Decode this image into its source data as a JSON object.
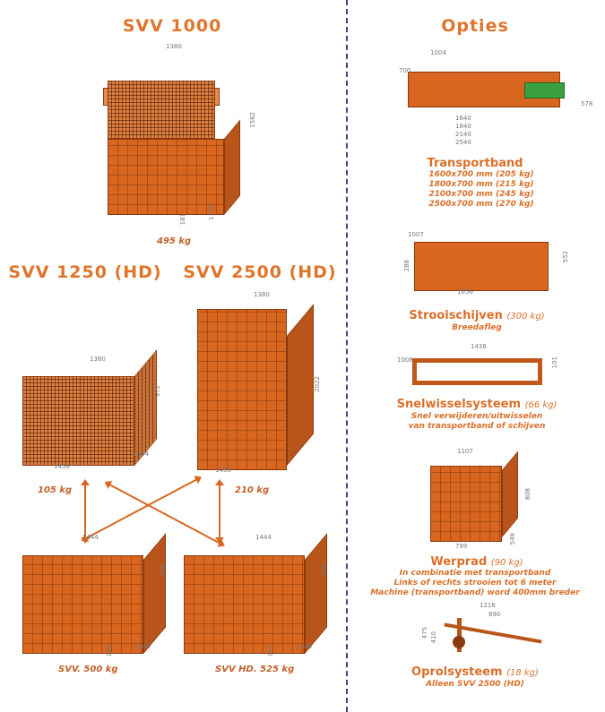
{
  "left": {
    "svv1000": {
      "title": "SVV 1000",
      "weight": "495 kg",
      "dims": [
        "1380",
        "1562",
        "181",
        "1198"
      ]
    },
    "svv1250": {
      "title": "SVV 1250 (HD)",
      "weight": "105 kg",
      "dims": [
        "1380",
        "972",
        "1456",
        "1034"
      ]
    },
    "svv2500": {
      "title": "SVV 2500 (HD)",
      "weight": "210 kg",
      "dims": [
        "1380",
        "2022",
        "1456"
      ]
    },
    "base_svv": {
      "weight": "SVV. 500 kg",
      "dims": [
        "1444",
        "790",
        "181",
        "1246"
      ]
    },
    "base_hd": {
      "weight": "SVV HD. 525 kg",
      "dims": [
        "1444",
        "790",
        "181",
        "1246"
      ]
    }
  },
  "right": {
    "title": "Opties",
    "transportband": {
      "title": "Transportband",
      "lines": [
        "1600x700 mm (205 kg)",
        "1800x700 mm (215 kg)",
        "2100x700 mm (245 kg)",
        "2500x700 mm (270 kg)"
      ],
      "dims": [
        "700",
        "1004",
        "578",
        "1640",
        "1840",
        "2140",
        "2540"
      ]
    },
    "strooischijven": {
      "title": "Strooischijven",
      "weight": "(300 kg)",
      "sub": "Breedafleg",
      "dims": [
        "1007",
        "288",
        "552",
        "1656"
      ]
    },
    "snelwissel": {
      "title": "Snelwisselsysteem",
      "weight": "(66 kg)",
      "lines": [
        "Snel verwijderen/uitwisselen",
        "van transportband of schijven"
      ],
      "dims": [
        "1436",
        "1008",
        "101"
      ]
    },
    "werprad": {
      "title": "Werprad",
      "weight": "(90 kg)",
      "lines": [
        "In combinatie met transportband",
        "Links of rechts strooien tot 6 meter",
        "Machine (transportband) word 400mm breder"
      ],
      "dims": [
        "1107",
        "808",
        "549",
        "799"
      ]
    },
    "oprol": {
      "title": "Oprolsysteem",
      "weight": "(18 kg)",
      "sub": "Alleen SVV 2500 (HD)",
      "dims": [
        "1216",
        "890",
        "475",
        "410"
      ]
    }
  }
}
